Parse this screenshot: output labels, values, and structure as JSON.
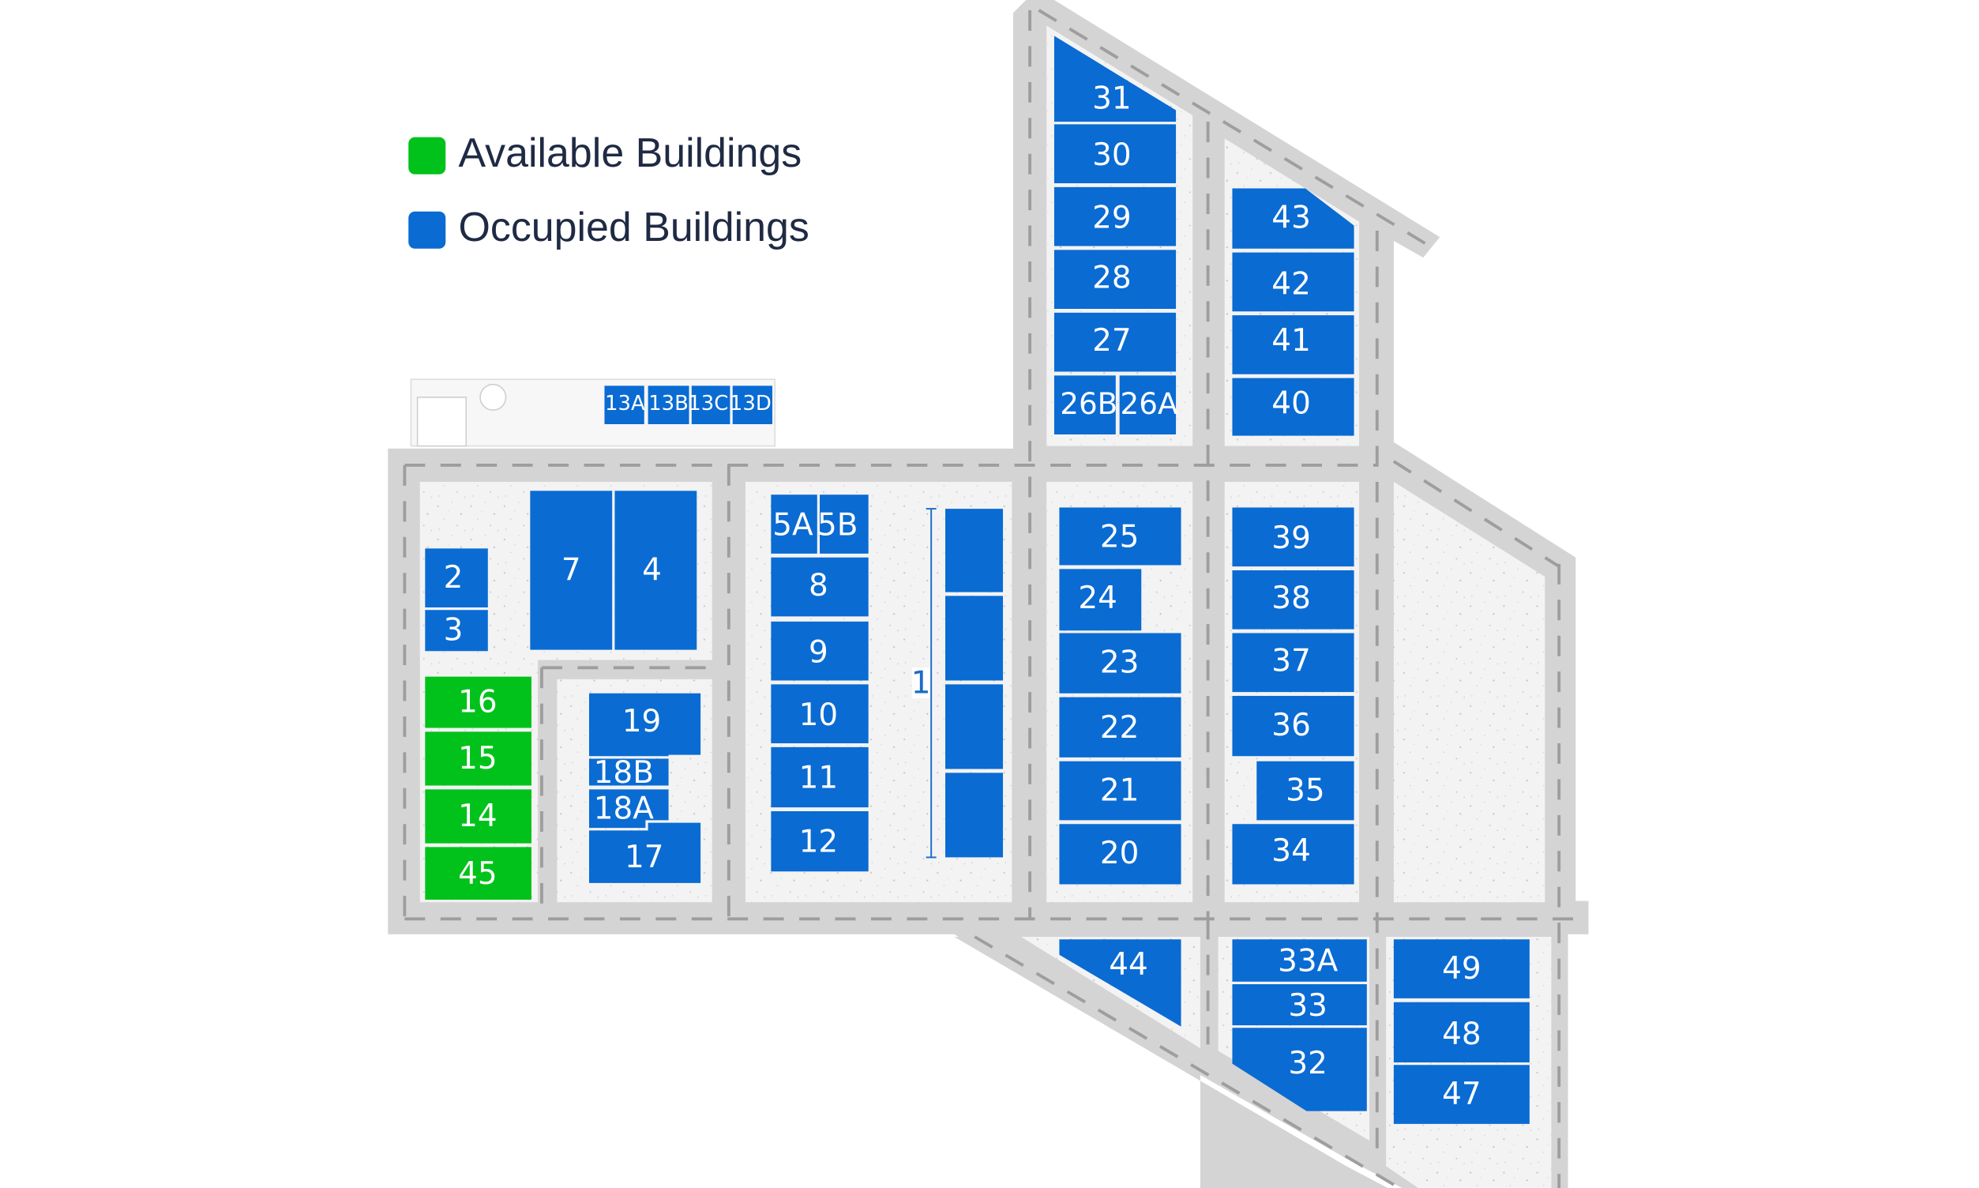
{
  "colors": {
    "available": "#00c21a",
    "occupied": "#0a6bd3",
    "road": "#d4d4d4",
    "ground": "#f3f3f3"
  },
  "legend": {
    "available_label": "Available Buildings",
    "occupied_label": "Occupied Buildings"
  },
  "buildings": [
    {
      "id": "2",
      "status": "occupied"
    },
    {
      "id": "3",
      "status": "occupied"
    },
    {
      "id": "4",
      "status": "occupied"
    },
    {
      "id": "5A",
      "status": "occupied"
    },
    {
      "id": "5B",
      "status": "occupied"
    },
    {
      "id": "7",
      "status": "occupied"
    },
    {
      "id": "8",
      "status": "occupied"
    },
    {
      "id": "9",
      "status": "occupied"
    },
    {
      "id": "10",
      "status": "occupied"
    },
    {
      "id": "11",
      "status": "occupied"
    },
    {
      "id": "12",
      "status": "occupied"
    },
    {
      "id": "13A",
      "status": "occupied"
    },
    {
      "id": "13B",
      "status": "occupied"
    },
    {
      "id": "13C",
      "status": "occupied"
    },
    {
      "id": "13D",
      "status": "occupied"
    },
    {
      "id": "14",
      "status": "available"
    },
    {
      "id": "15",
      "status": "available"
    },
    {
      "id": "16",
      "status": "available"
    },
    {
      "id": "17",
      "status": "occupied"
    },
    {
      "id": "18A",
      "status": "occupied"
    },
    {
      "id": "18B",
      "status": "occupied"
    },
    {
      "id": "19",
      "status": "occupied"
    },
    {
      "id": "20",
      "status": "occupied"
    },
    {
      "id": "21",
      "status": "occupied"
    },
    {
      "id": "22",
      "status": "occupied"
    },
    {
      "id": "23",
      "status": "occupied"
    },
    {
      "id": "24",
      "status": "occupied"
    },
    {
      "id": "25",
      "status": "occupied"
    },
    {
      "id": "26A",
      "status": "occupied"
    },
    {
      "id": "26B",
      "status": "occupied"
    },
    {
      "id": "27",
      "status": "occupied"
    },
    {
      "id": "28",
      "status": "occupied"
    },
    {
      "id": "29",
      "status": "occupied"
    },
    {
      "id": "30",
      "status": "occupied"
    },
    {
      "id": "31",
      "status": "occupied"
    },
    {
      "id": "32",
      "status": "occupied"
    },
    {
      "id": "33",
      "status": "occupied"
    },
    {
      "id": "33A",
      "status": "occupied"
    },
    {
      "id": "34",
      "status": "occupied"
    },
    {
      "id": "35",
      "status": "occupied"
    },
    {
      "id": "36",
      "status": "occupied"
    },
    {
      "id": "37",
      "status": "occupied"
    },
    {
      "id": "38",
      "status": "occupied"
    },
    {
      "id": "39",
      "status": "occupied"
    },
    {
      "id": "40",
      "status": "occupied"
    },
    {
      "id": "41",
      "status": "occupied"
    },
    {
      "id": "42",
      "status": "occupied"
    },
    {
      "id": "43",
      "status": "occupied"
    },
    {
      "id": "44",
      "status": "occupied"
    },
    {
      "id": "45",
      "status": "available"
    },
    {
      "id": "47",
      "status": "occupied"
    },
    {
      "id": "48",
      "status": "occupied"
    },
    {
      "id": "49",
      "status": "occupied"
    }
  ],
  "row_1": {
    "label": "1",
    "units": [
      {
        "status": "occupied"
      },
      {
        "status": "occupied"
      },
      {
        "status": "occupied"
      },
      {
        "status": "occupied"
      }
    ]
  }
}
